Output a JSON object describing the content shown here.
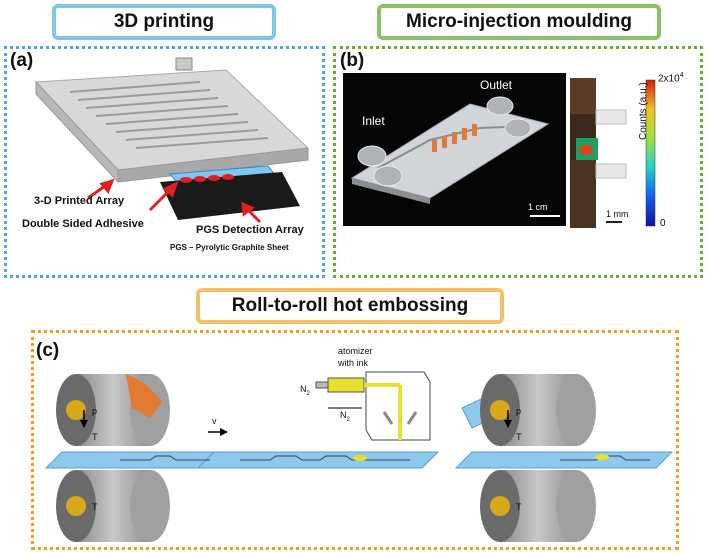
{
  "titles": {
    "a": "3D printing",
    "b": "Micro-injection moulding",
    "c": "Roll-to-roll hot embossing"
  },
  "panel_labels": {
    "a": "(a)",
    "b": "(b)",
    "c": "(c)"
  },
  "panel_a": {
    "label_array": "3-D Printed Array",
    "label_adhesive": "Double Sided Adhesive",
    "label_pgs": "PGS Detection Array",
    "footnote": "PGS – Pyrolytic Graphite Sheet"
  },
  "panel_b": {
    "inlet": "Inlet",
    "outlet": "Outlet",
    "scale1": "1 cm",
    "scale2": "1 mm",
    "colorbar_top": "2x10",
    "colorbar_top_exp": "4",
    "colorbar_bottom": "0",
    "colorbar_label": "Counts (a.u.)"
  },
  "panel_c": {
    "p": "p",
    "t": "T",
    "v": "v",
    "atomizer_line1": "atomizer",
    "atomizer_line2": "with ink",
    "n2": "N",
    "n2_sub": "2"
  },
  "colors": {
    "blue_frame": "#4aa8d8",
    "green_frame": "#7ab648",
    "orange_frame": "#f0a020"
  }
}
